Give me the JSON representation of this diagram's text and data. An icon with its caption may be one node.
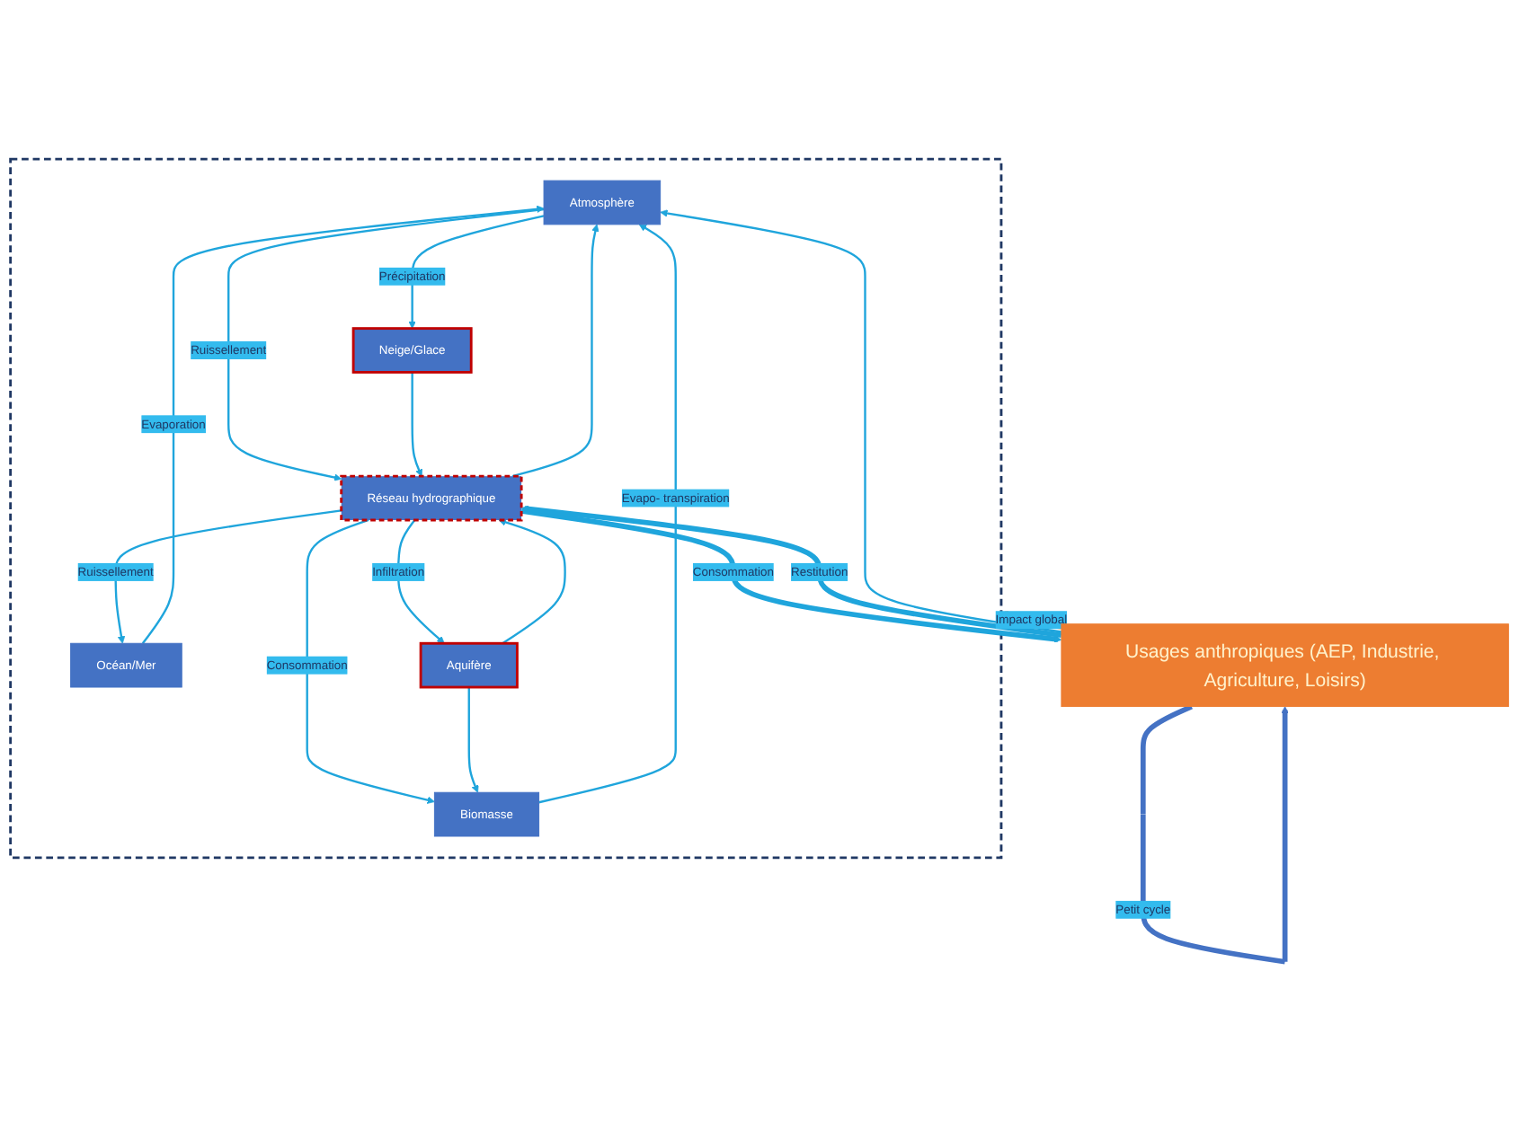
{
  "diagram": {
    "nodes": [
      {
        "text": [],
        "shape": "box"
      },
      {
        "text": [
          "Atmosphère"
        ],
        "in": 0
      },
      {
        "text": [
          "Réseau hydrographique"
        ],
        "in": 0
      },
      {
        "text": [
          "Neige/Glace"
        ],
        "in": 0
      },
      {
        "text": [
          "Océan/Mer"
        ],
        "in": 0
      },
      {
        "text": [
          "Aquifère"
        ],
        "in": 0
      },
      {
        "text": [
          "Biomasse"
        ],
        "in": 0
      },
      {
        "text": [
          "Usages anthropiques (AEP, Industrie, Agriculture, Loisirs)"
        ]
      }
    ],
    "edges": [
      {
        "from": 4,
        "to": 1,
        "arrow": "to",
        "label": "Evaporation"
      },
      {
        "from": 2,
        "to": 1,
        "arrow": "to"
      },
      {
        "from": 1,
        "to": 3,
        "arrow": "to",
        "label": "Précipitation"
      },
      {
        "from": 1,
        "to": 2,
        "arrow": "to",
        "label": "Ruissellement"
      },
      {
        "from": 3,
        "to": 2,
        "arrow": "to"
      },
      {
        "from": 2,
        "to": 4,
        "arrow": "to",
        "label": "Ruissellement"
      },
      {
        "from": 2,
        "to": 5,
        "arrow": "to",
        "label": "Infiltration"
      },
      {
        "from": 5,
        "to": 2,
        "arrow": "to"
      },
      {
        "from": 2,
        "to": 6,
        "arrow": "to",
        "label": "Consommation"
      },
      {
        "from": 5,
        "to": 6,
        "arrow": "to"
      },
      {
        "from": 6,
        "to": 1,
        "arrow": "to",
        "label": "Evapo- transpiration"
      },
      {
        "from": 2,
        "to": 7,
        "arrow": "to",
        "label": "Consommation",
        "style": "thick"
      },
      {
        "from": 7,
        "to": 2,
        "arrow": "to",
        "label": "Restitution",
        "style": "thick"
      },
      {
        "from": 7,
        "to": 1,
        "arrow": "to"
      },
      {
        "from": 7,
        "to": 0,
        "arrow": "to",
        "label": "Impact global",
        "style": "thick",
        "color": "#f4b183"
      },
      {
        "from": 7,
        "to": 7,
        "arrow": "to",
        "label": "Petit cycle",
        "style": "thick",
        "color": "#4472c4"
      }
    ]
  }
}
